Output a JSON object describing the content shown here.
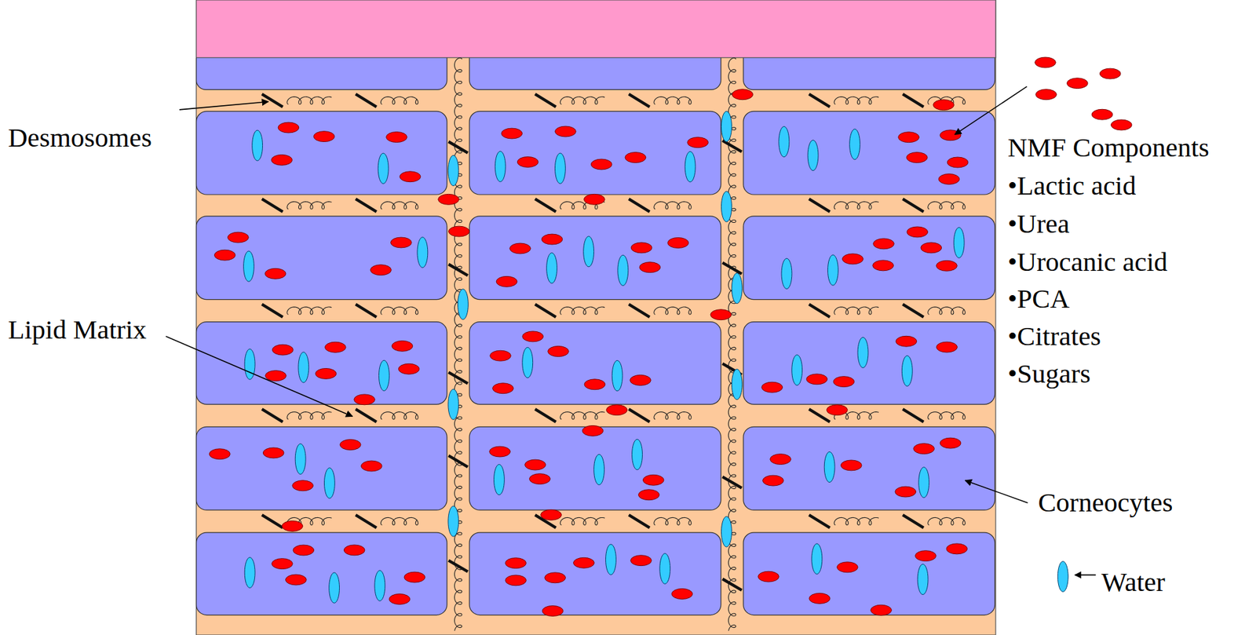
{
  "diagram": {
    "labels": [
      "Desmosomes",
      "NMF Components",
      "•Lactic acid",
      "•Urea",
      "•Urocanic acid",
      "•PCA",
      "•Citrates",
      "•Sugars",
      "Lipid Matrix",
      "Corneocytes",
      "Water"
    ]
  }
}
